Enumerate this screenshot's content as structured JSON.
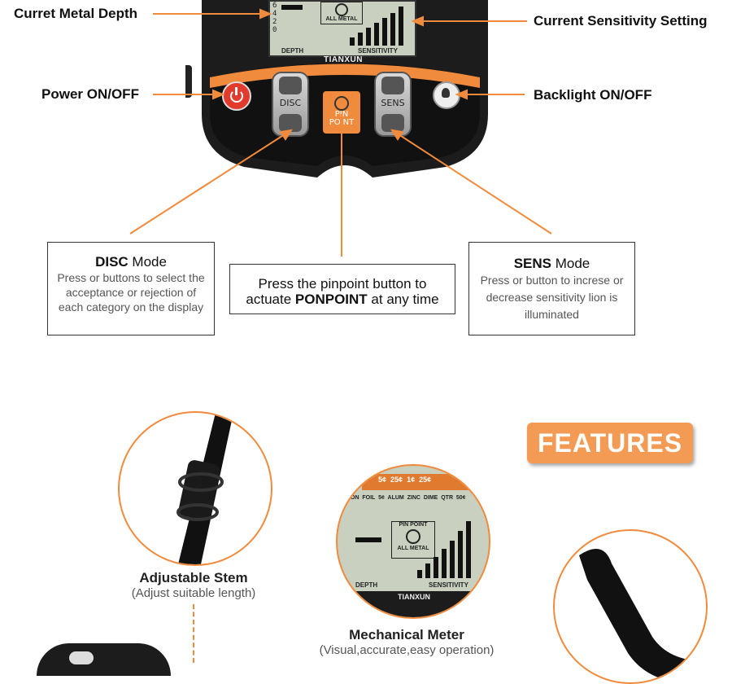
{
  "callouts": {
    "depth": "Curret Metal Depth",
    "sensitivity": "Current Sensitivity Setting",
    "power": "Power ON/OFF",
    "backlight": "Backlight ON/OFF"
  },
  "device": {
    "brand": "TIANXUN",
    "lcd_all_metal": "ALL METAL",
    "lcd_depth": "DEPTH",
    "lcd_sensitivity": "SENSITIVITY",
    "depth_digits": "6\n4\n2\n0",
    "disc_label": "DISC",
    "sens_label": "SENS",
    "pinpoint_label": "PIN\nPOINT"
  },
  "boxes": {
    "disc": {
      "title_bold": "DISC",
      "title_rest": " Mode",
      "body": "Press    or    buttons to select the acceptance or rejection of each category on the display"
    },
    "pinpoint": {
      "line1": "Press the pinpoint button to",
      "line2_pre": "actuate ",
      "line2_bold": "PONPOINT",
      "line2_post": " at any time"
    },
    "sens": {
      "title_bold": "SENS",
      "title_rest": " Mode",
      "body": "Press    or    button to increse or decrease sensitivity lion is illuminated"
    }
  },
  "features": {
    "badge": "FEATURES",
    "stem_title": "Adjustable Stem",
    "stem_sub": "(Adjust suitable length)",
    "meter_title": "Mechanical Meter",
    "meter_sub": "(Visual,accurate,easy operation)",
    "meter_lcd_top": "ON  FOIL  5¢  ALUM  ZINC  DIME  QTR  50¢",
    "meter_pin": "PIN POINT",
    "meter_all_metal": "ALL METAL",
    "meter_depth": "DEPTH",
    "meter_sensitivity": "SENSITIVITY",
    "meter_brand": "TIANXUN",
    "meter_coins": [
      "5¢",
      "25¢",
      "1¢",
      "25¢"
    ]
  },
  "colors": {
    "accent": "#f08a3c",
    "device_body": "#1c1c1c",
    "lcd": "#c9d0bf"
  }
}
